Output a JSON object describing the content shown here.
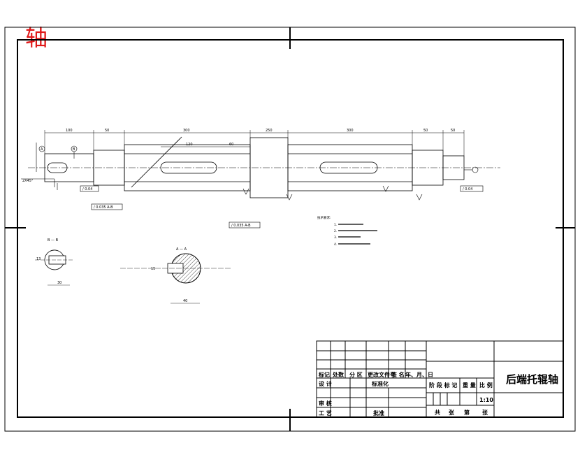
{
  "drawing": {
    "corner_mark": "轴",
    "title": "后端托辊轴",
    "title_block": {
      "row_labels": [
        "标记",
        "处数",
        "分 区",
        "更改文件号",
        "签 名",
        "年、月、日"
      ],
      "designer": "设 计",
      "standardization": "标准化",
      "reviewer": "审 核",
      "process": "工 艺",
      "approve": "批准",
      "stage_mark": "阶 段 标 记",
      "weight": "重 量",
      "scale_label": "比 例",
      "scale_value": "1:10",
      "sheet_info": [
        "共",
        "张",
        "第",
        "张"
      ]
    },
    "section_labels": {
      "bb": "B — B",
      "aa": "A — A"
    },
    "notes_title": "技术要求:",
    "notes": [
      "1.",
      "2.",
      "3.",
      "4."
    ],
    "callouts": {
      "a": "A",
      "b": "B"
    }
  }
}
